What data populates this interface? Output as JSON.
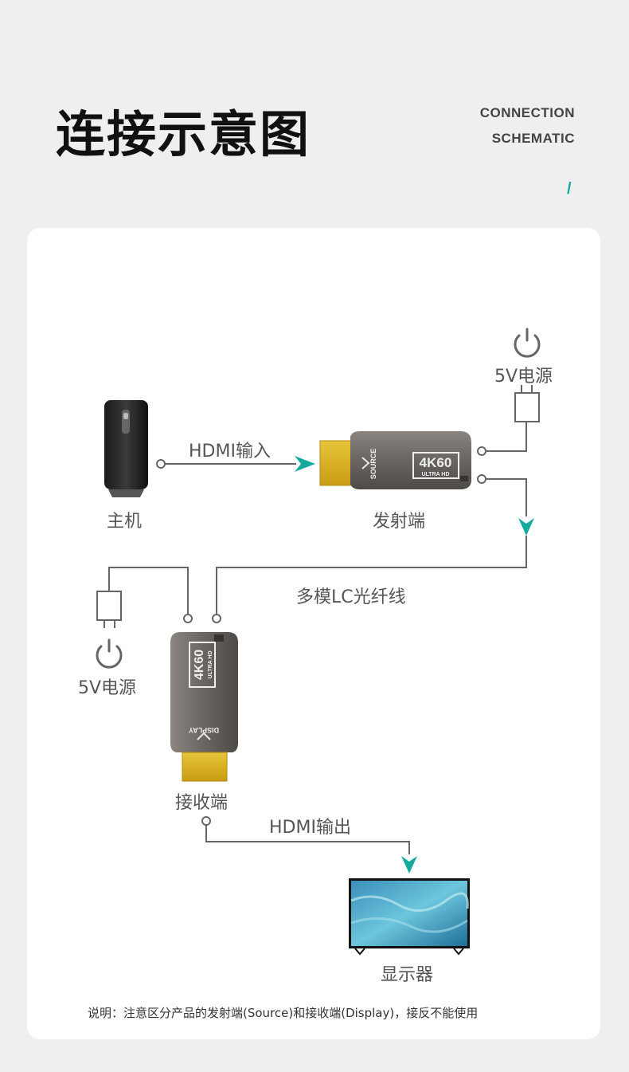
{
  "header": {
    "title": "连接示意图",
    "subtitle_line1": "CONNECTION",
    "subtitle_line2": "SCHEMATIC",
    "accent_mark": "/"
  },
  "labels": {
    "host": "主机",
    "hdmi_input": "HDMI输入",
    "transmitter": "发射端",
    "power_top": "5V电源",
    "fiber": "多模LC光纤线",
    "power_left": "5V电源",
    "receiver": "接收端",
    "hdmi_output": "HDMI输出",
    "display": "显示器"
  },
  "device_text": {
    "tx_badge_main": "4K60",
    "tx_badge_sub": "ULTRA HD",
    "tx_side": "SOURCE",
    "rx_badge_main": "4K60",
    "rx_badge_sub": "ULTRA HD",
    "rx_side": "DISPLAY"
  },
  "note": "说明：注意区分产品的发射端(Source)和接收端(Display)，接反不能使用",
  "colors": {
    "accent": "#15a9a0",
    "line": "#666666",
    "device_body": "#6e6a66",
    "hdmi_gold": "#d9b21c"
  }
}
